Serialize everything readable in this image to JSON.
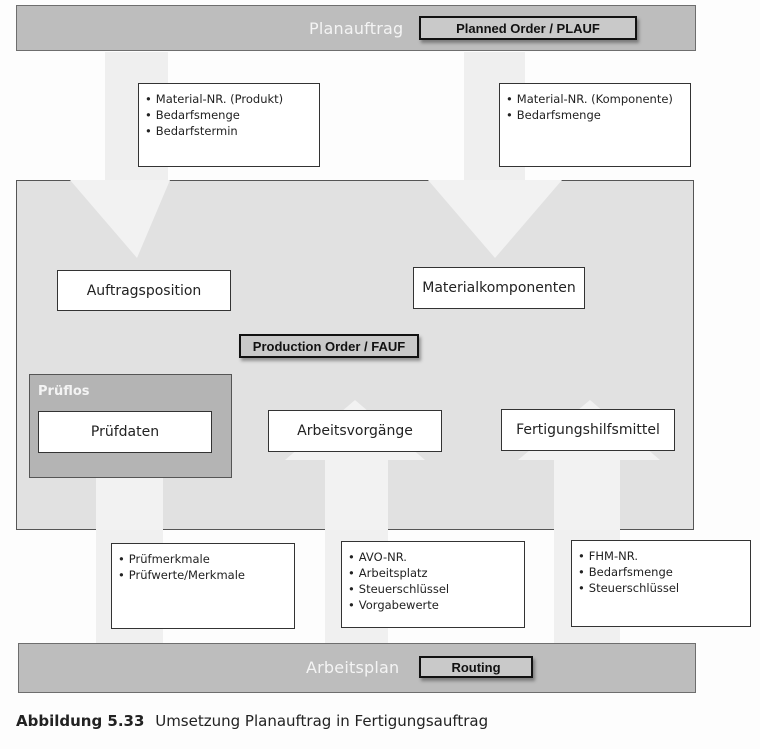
{
  "planauftrag": {
    "title": "Planauftrag",
    "tag": "Planned Order / PLAUF"
  },
  "plan_boxes": [
    {
      "items": [
        "Material-NR. (Produkt)",
        "Bedarfsmenge",
        "Bedarfstermin"
      ]
    },
    {
      "items": [
        "Material-NR. (Komponente)",
        "Bedarfsmenge"
      ]
    }
  ],
  "fertigungsauftrag": {
    "tag": "Production Order / FAUF",
    "auftragsposition": "Auftragsposition",
    "materialkomponenten": "Materialkomponenten",
    "prueflos_title": "Prüflos",
    "pruefdaten": "Prüfdaten",
    "arbeitsvorgaenge": "Arbeitsvorgänge",
    "fhm": "Fertigungshilfsmittel"
  },
  "routing_boxes": [
    {
      "items": [
        "Prüfmerkmale",
        "Prüfwerte/Merkmale"
      ]
    },
    {
      "items": [
        "AVO-NR.",
        "Arbeitsplatz",
        "Steuerschlüssel",
        "Vorgabewerte"
      ]
    },
    {
      "items": [
        "FHM-NR.",
        "Bedarfsmenge",
        "Steuerschlüssel"
      ]
    }
  ],
  "arbeitsplan": {
    "title": "Arbeitsplan",
    "tag": "Routing"
  },
  "caption": {
    "number": "Abbildung 5.33",
    "text": "Umsetzung Planauftrag in Fertigungsauftrag"
  }
}
